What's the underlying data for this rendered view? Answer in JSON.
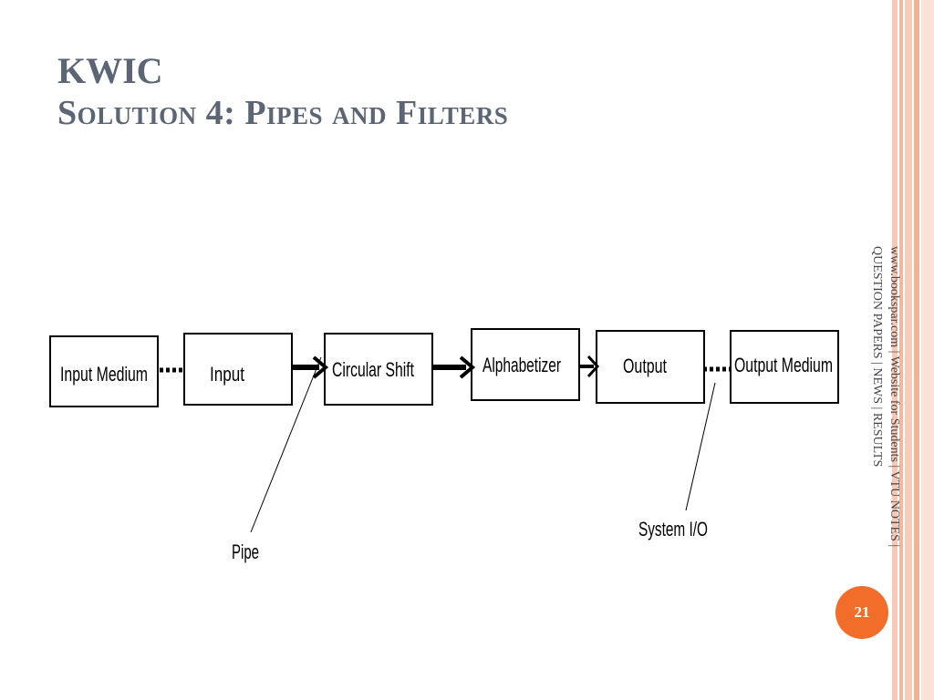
{
  "slide": {
    "title": "KWIC",
    "subtitle": "Solution 4: Pipes and Filters",
    "sidebar_text": "www.bookspar.com | Website for Students | VTU NOTES | QUESTION PAPERS | NEWS | RESULTS",
    "page_number": "21"
  },
  "diagram": {
    "boxes": [
      {
        "id": "input-medium",
        "label": "Input Medium"
      },
      {
        "id": "input",
        "label": "Input"
      },
      {
        "id": "circular-shift",
        "label": "Circular Shift"
      },
      {
        "id": "alphabetizer",
        "label": "Alphabetizer"
      },
      {
        "id": "output",
        "label": "Output"
      },
      {
        "id": "output-medium",
        "label": "Output Medium"
      }
    ],
    "annotations": {
      "pipe": "Pipe",
      "system_io": "System I/O"
    }
  },
  "colors": {
    "title": "#5b6574",
    "badge": "#f26c2a",
    "stripe": "#f3b79d"
  }
}
